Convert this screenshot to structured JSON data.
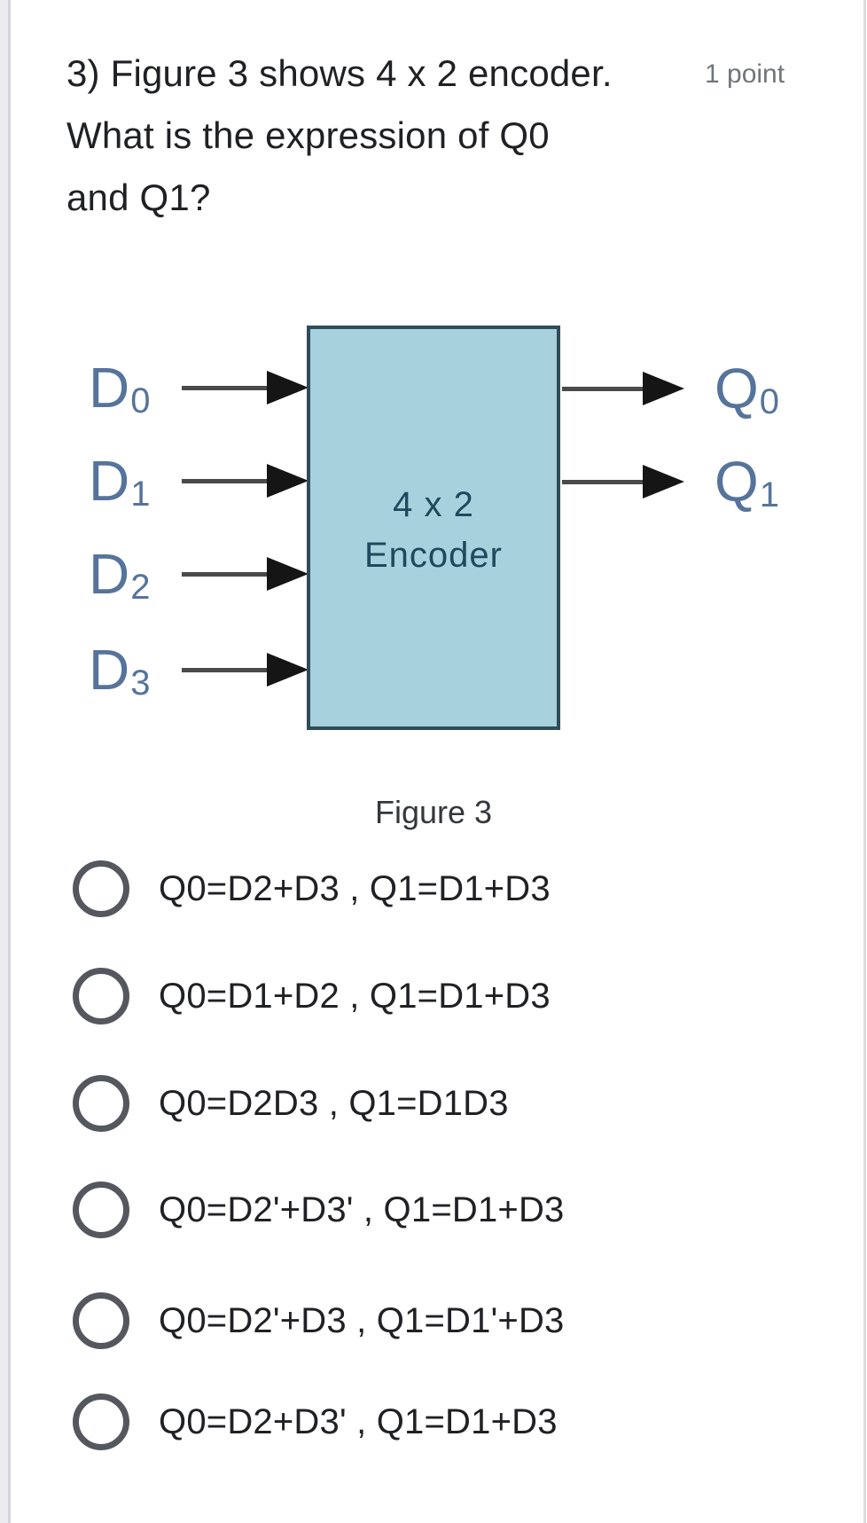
{
  "question": {
    "lines": [
      "3) Figure 3 shows 4 x 2 encoder.",
      "What is the expression of Q0",
      "and Q1?"
    ],
    "points_label": "1 point"
  },
  "figure": {
    "box_line1": "4 x 2",
    "box_line2": "Encoder",
    "caption": "Figure 3",
    "inputs": [
      {
        "base": "D",
        "sub": "0"
      },
      {
        "base": "D",
        "sub": "1"
      },
      {
        "base": "D",
        "sub": "2"
      },
      {
        "base": "D",
        "sub": "3"
      }
    ],
    "outputs": [
      {
        "base": "Q",
        "sub": "0"
      },
      {
        "base": "Q",
        "sub": "1"
      }
    ],
    "colors": {
      "box_fill": "#a7d1dd",
      "box_border": "#2e4d59",
      "box_text": "#1d4a5c",
      "signal_label": "#56749b",
      "arrow_line": "#4a4a4a",
      "arrow_head": "#151515"
    }
  },
  "options": [
    "Q0=D2+D3 , Q1=D1+D3",
    "Q0=D1+D2 , Q1=D1+D3",
    "Q0=D2D3 , Q1=D1D3",
    "Q0=D2'+D3' , Q1=D1+D3",
    "Q0=D2'+D3 , Q1=D1'+D3",
    "Q0=D2+D3' , Q1=D1+D3"
  ],
  "ui_colors": {
    "title_text": "#202124",
    "points_text": "#70757a",
    "option_text": "#202124",
    "radio_ring": "#54585e",
    "caption_text": "#34373c",
    "gutter": "#ebebf0"
  }
}
